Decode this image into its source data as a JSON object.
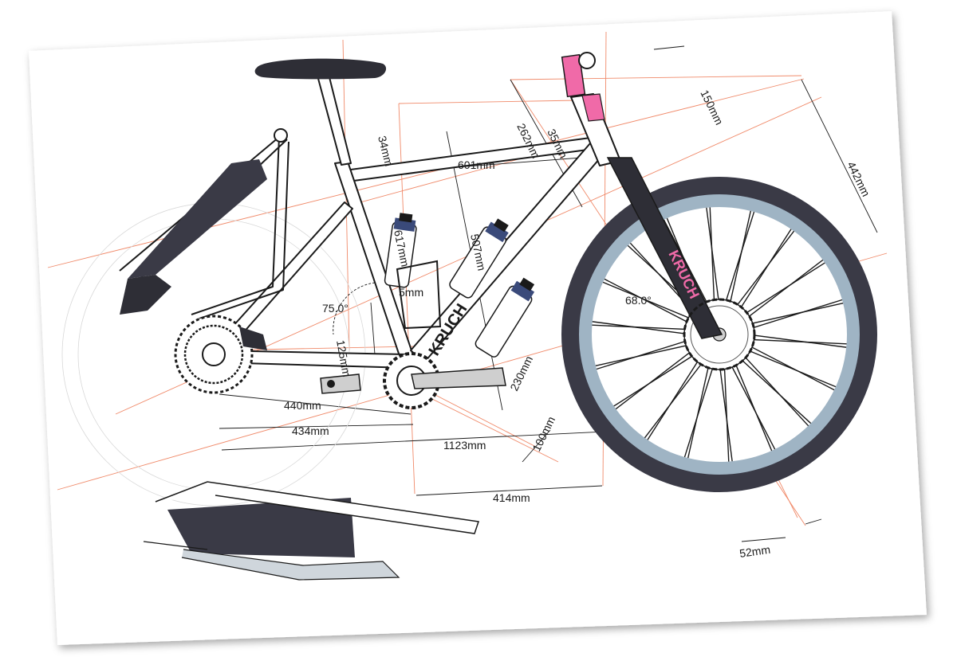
{
  "brand": {
    "name": "KRUCH",
    "fork_label": "KRUCH",
    "downtube_label": "KRUCH"
  },
  "colors": {
    "paper": "#ffffff",
    "line": "#1a1a1a",
    "construction": "#f08a6a",
    "tire": "#3a3a46",
    "rim": "#9fb4c4",
    "fork": "#2e2e36",
    "accent_pink": "#f06aa8",
    "bottle_cap": "#3a4a7a"
  },
  "dimensions": {
    "seat_tube_offset": "34mm",
    "top_tube": "601mm",
    "head_tube": "262mm",
    "headset_stack": "35mm",
    "stem": "150mm",
    "fork_length": "442mm",
    "seat_tube": "617mm",
    "down_tube_section": "507mm",
    "bb_offset": "5mm",
    "seat_angle": "75.0°",
    "head_angle": "68.0°",
    "bb_drop": "125mm",
    "chainstay": "440mm",
    "chainstay_horizontal": "434mm",
    "wheelbase": "1123mm",
    "front_center": "414mm",
    "bb_to_fork": "230mm",
    "crank_offset": "100mm",
    "fork_offset": "52mm"
  }
}
